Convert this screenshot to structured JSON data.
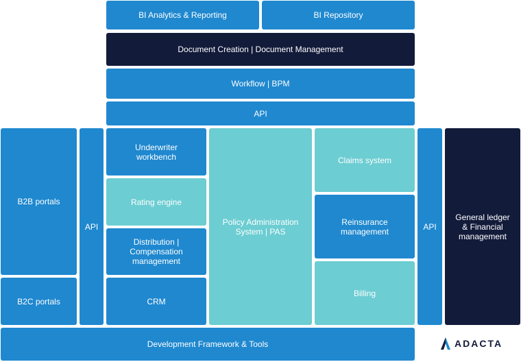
{
  "top": {
    "bi_analytics": "BI Analytics & Reporting",
    "bi_repository": "BI Repository",
    "document": "Document Creation | Document Management",
    "workflow": "Workflow | BPM",
    "api": "API"
  },
  "left": {
    "b2b": "B2B portals",
    "b2c": "B2C portals",
    "api": "API"
  },
  "core": {
    "underwriter": "Underwriter\nworkbench",
    "rating": "Rating engine",
    "distribution": "Distribution |\nCompensation\nmanagement",
    "crm": "CRM",
    "pas": "Policy Administration\nSystem | PAS",
    "claims": "Claims system",
    "reinsurance": "Reinsurance\nmanagement",
    "billing": "Billing"
  },
  "right": {
    "api": "API",
    "ledger": "General ledger\n& Financial\nmanagement"
  },
  "bottom": {
    "framework": "Development Framework & Tools"
  },
  "logo": {
    "text": "ADACTA",
    "icon": "adacta-logo-icon"
  },
  "colors": {
    "blue": "#1f88cf",
    "dark_navy": "#131b3a",
    "teal": "#6ccdd2"
  }
}
